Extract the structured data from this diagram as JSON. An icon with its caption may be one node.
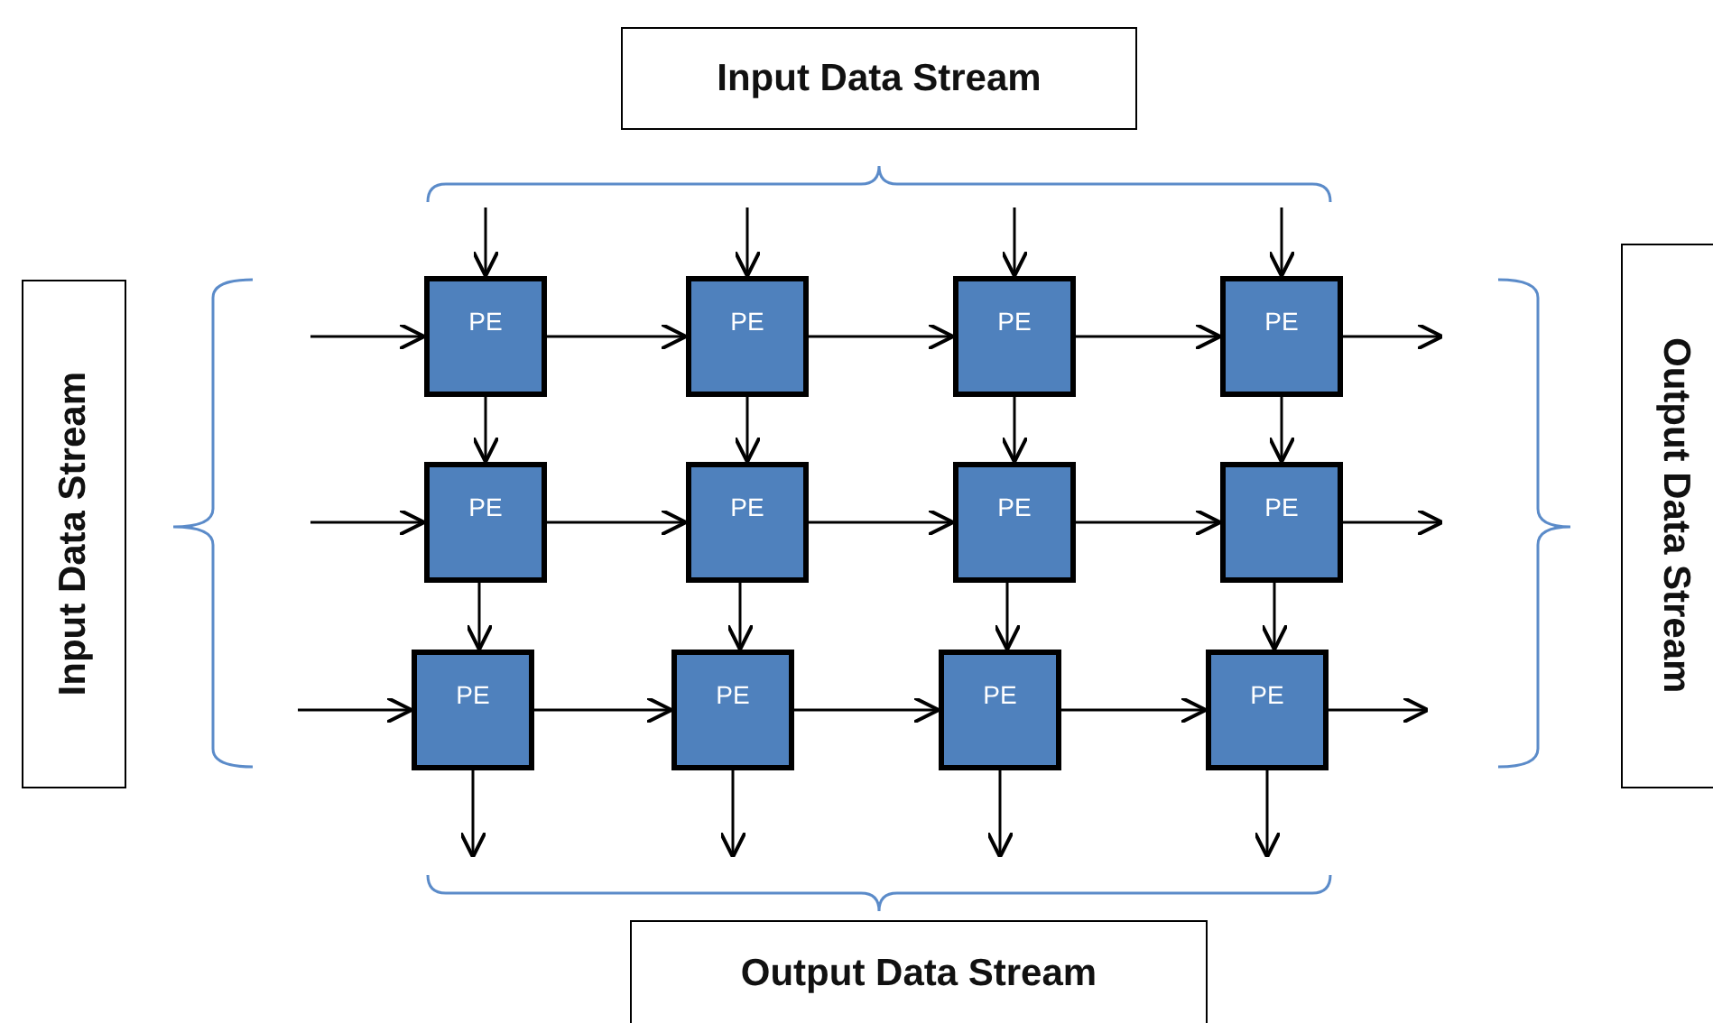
{
  "diagram": {
    "nodes": [
      {
        "text": [
          "Input Data Stream"
        ]
      },
      {
        "text": [
          "Input Data Stream"
        ]
      },
      {
        "text": [
          "Output Data Stream"
        ]
      },
      {
        "text": [
          "Output Data Stream"
        ]
      },
      {
        "text": [
          "PE"
        ]
      },
      {
        "text": [
          "PE"
        ]
      },
      {
        "text": [
          "PE"
        ]
      },
      {
        "text": [
          "PE"
        ]
      },
      {
        "text": [
          "PE"
        ]
      },
      {
        "text": [
          "PE"
        ]
      },
      {
        "text": [
          "PE"
        ]
      },
      {
        "text": [
          "PE"
        ]
      },
      {
        "text": [
          "PE"
        ]
      },
      {
        "text": [
          "PE"
        ]
      },
      {
        "text": [
          "PE"
        ]
      },
      {
        "text": [
          "PE"
        ]
      }
    ],
    "edges": [
      {
        "from": 0,
        "to": 4,
        "arrow": "to"
      },
      {
        "from": 0,
        "to": 5,
        "arrow": "to"
      },
      {
        "from": 0,
        "to": 6,
        "arrow": "to"
      },
      {
        "from": 0,
        "to": 7,
        "arrow": "to"
      },
      {
        "from": null,
        "to": 4,
        "arrow": "to"
      },
      {
        "from": null,
        "to": 8,
        "arrow": "to"
      },
      {
        "from": null,
        "to": 12,
        "arrow": "to"
      },
      {
        "from": 4,
        "to": 5,
        "arrow": "to"
      },
      {
        "from": 5,
        "to": 6,
        "arrow": "to"
      },
      {
        "from": 6,
        "to": 7,
        "arrow": "to"
      },
      {
        "from": 8,
        "to": 9,
        "arrow": "to"
      },
      {
        "from": 9,
        "to": 10,
        "arrow": "to"
      },
      {
        "from": 10,
        "to": 11,
        "arrow": "to"
      },
      {
        "from": 12,
        "to": 13,
        "arrow": "to"
      },
      {
        "from": 13,
        "to": 14,
        "arrow": "to"
      },
      {
        "from": 14,
        "to": 15,
        "arrow": "to"
      },
      {
        "from": 4,
        "to": 8,
        "arrow": "to"
      },
      {
        "from": 5,
        "to": 9,
        "arrow": "to"
      },
      {
        "from": 6,
        "to": 10,
        "arrow": "to"
      },
      {
        "from": 7,
        "to": 11,
        "arrow": "to"
      },
      {
        "from": 8,
        "to": 12,
        "arrow": "to"
      },
      {
        "from": 9,
        "to": 13,
        "arrow": "to"
      },
      {
        "from": 10,
        "to": 14,
        "arrow": "to"
      },
      {
        "from": 11,
        "to": 15,
        "arrow": "to"
      },
      {
        "from": 7,
        "to": null,
        "arrow": "to"
      },
      {
        "from": 11,
        "to": null,
        "arrow": "to"
      },
      {
        "from": 15,
        "to": null,
        "arrow": "to"
      },
      {
        "from": 12,
        "to": 3,
        "arrow": "to"
      },
      {
        "from": 13,
        "to": 3,
        "arrow": "to"
      },
      {
        "from": 14,
        "to": 3,
        "arrow": "to"
      },
      {
        "from": 15,
        "to": 3,
        "arrow": "to"
      }
    ]
  }
}
